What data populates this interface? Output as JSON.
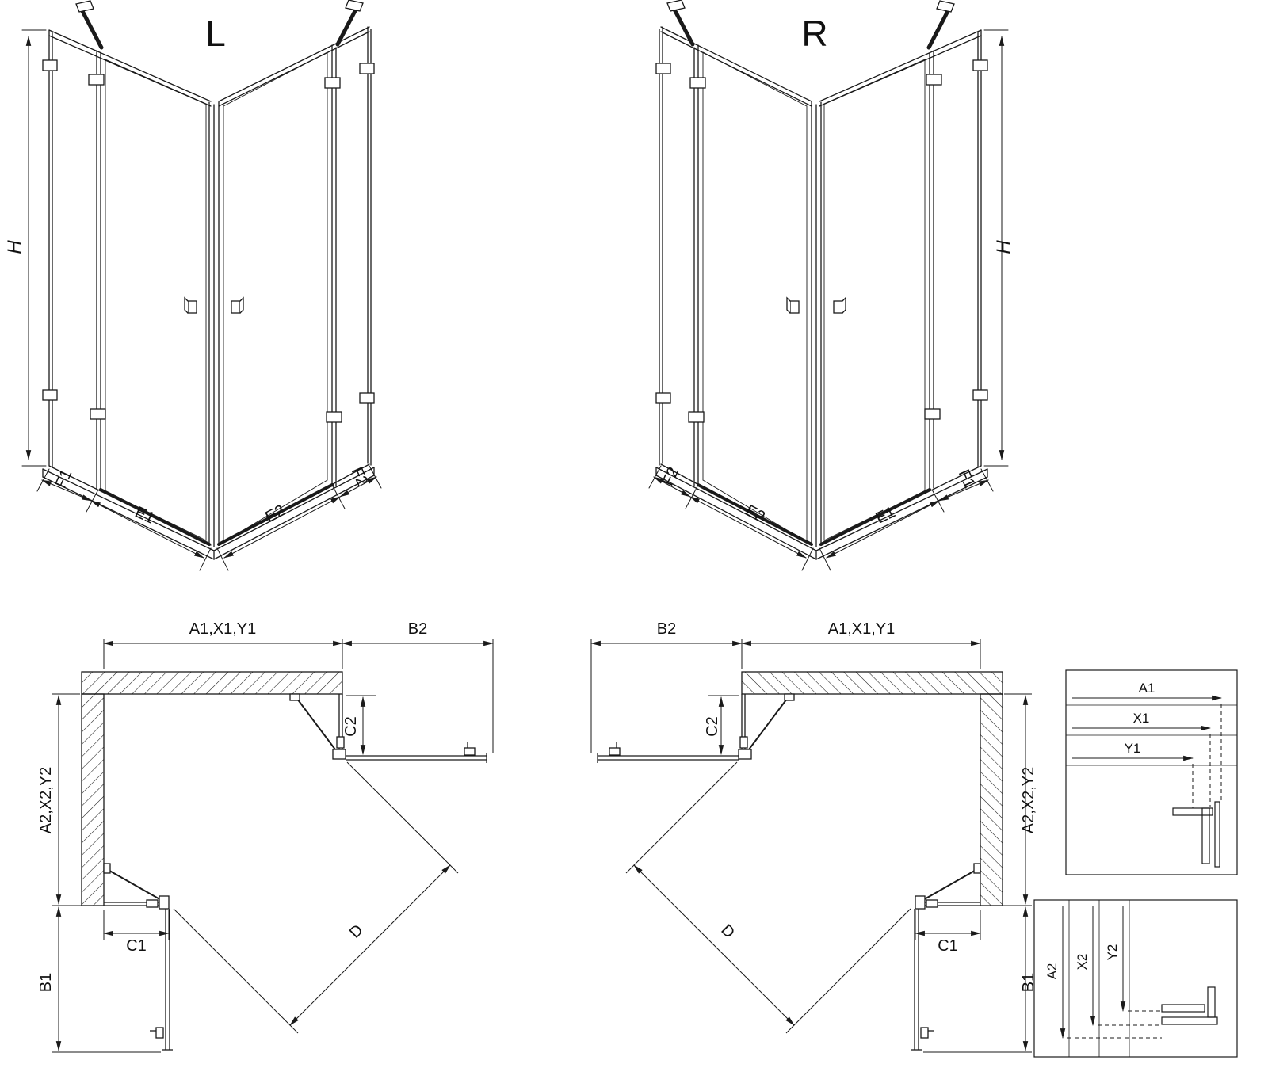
{
  "page": {
    "background": "#ffffff",
    "line_color": "#1a1a1a"
  },
  "views": {
    "l_3d": {
      "title": "L",
      "height_label": "H",
      "segments": {
        "f1": "F1",
        "e1": "E1",
        "e2": "E2",
        "f2": "F2"
      }
    },
    "r_3d": {
      "title": "R",
      "height_label": "H",
      "segments": {
        "f1": "F1",
        "e1": "E1",
        "e2": "E2",
        "f2": "F2"
      }
    },
    "l_plan": {
      "top_width": "A1,X1,Y1",
      "door_reach_top": "B2",
      "hinge_offset_top": "C2",
      "side_depth": "A2,X2,Y2",
      "hinge_offset_bottom": "C1",
      "door_reach_bottom": "B1",
      "diagonal": "D"
    },
    "r_plan": {
      "top_width": "A1,X1,Y1",
      "door_reach_top": "B2",
      "hinge_offset_top": "C2",
      "side_depth": "A2,X2,Y2",
      "hinge_offset_bottom": "C1",
      "door_reach_bottom": "B1",
      "diagonal": "D"
    },
    "detail_width": {
      "labels": [
        "A1",
        "X1",
        "Y1"
      ]
    },
    "detail_depth": {
      "labels": [
        "A2",
        "X2",
        "Y2"
      ]
    }
  }
}
